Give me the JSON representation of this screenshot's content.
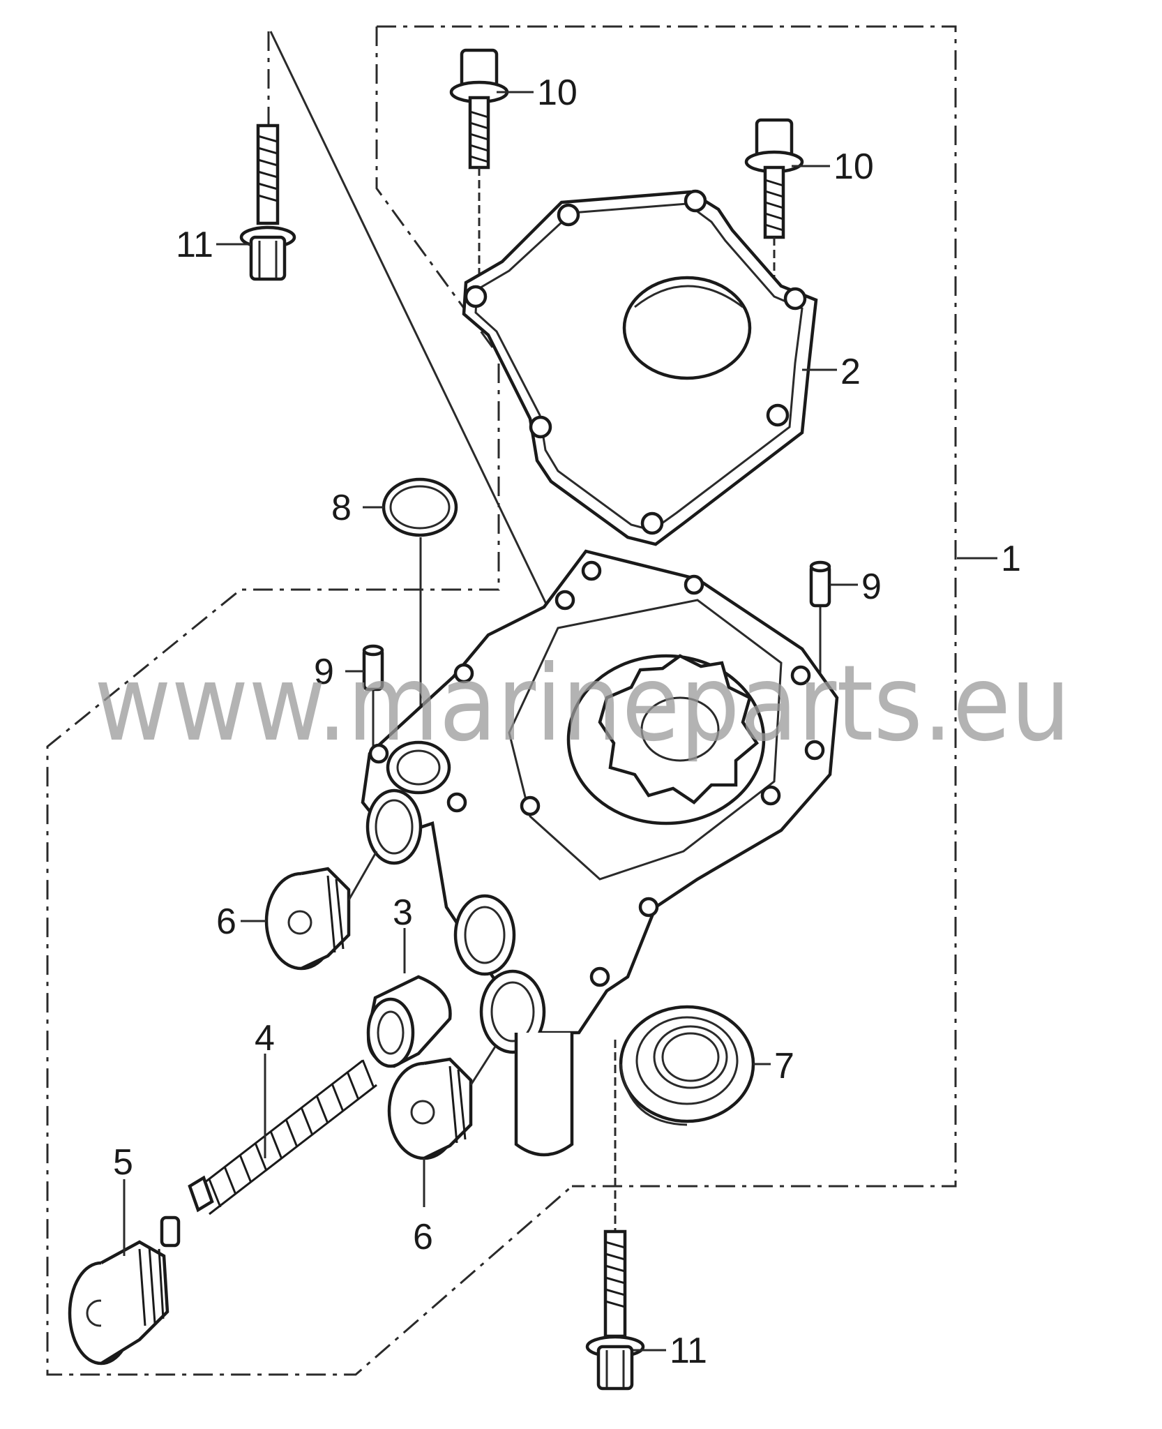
{
  "diagram": {
    "callouts": {
      "c1": "1",
      "c2": "2",
      "c3": "3",
      "c4": "4",
      "c5": "5",
      "c6a": "6",
      "c6b": "6",
      "c7": "7",
      "c8": "8",
      "c9a": "9",
      "c9b": "9",
      "c10a": "10",
      "c10b": "10",
      "c11a": "11",
      "c11b": "11"
    },
    "watermark": "www.marineparts.eu"
  }
}
